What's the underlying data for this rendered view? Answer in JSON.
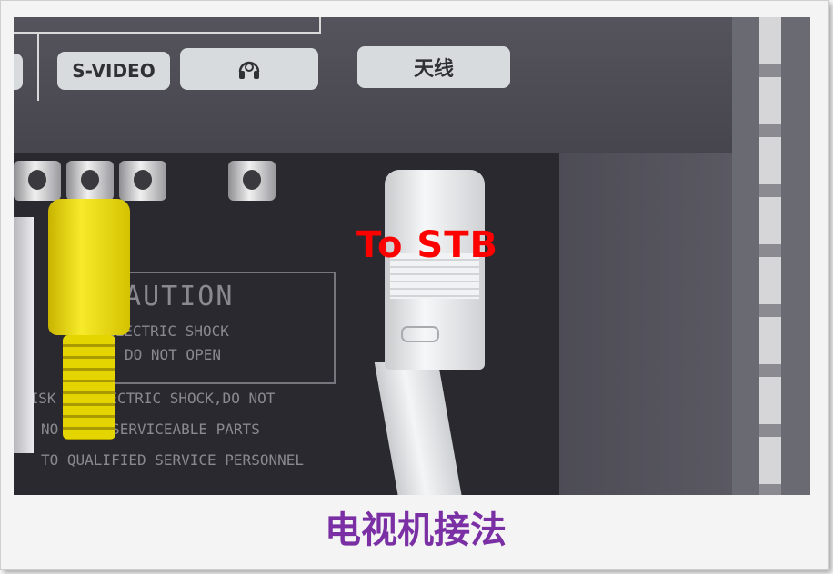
{
  "photo": {
    "panel_labels": {
      "svideo": "S-VIDEO",
      "headphone_icon": "headphone-icon",
      "antenna": "天线"
    },
    "caution_box": {
      "title": "CAUTION",
      "line1": "ELECTRIC SHOCK",
      "line2": "DO NOT OPEN"
    },
    "warning_lines": [
      "RISK OF ELECTRIC SHOCK,DO NOT",
      "NO USER-SERVICEABLE PARTS",
      "TO QUALIFIED SERVICE PERSONNEL"
    ],
    "overlay": "To STB"
  },
  "caption": "电视机接法",
  "colors": {
    "overlay_text": "#ff0000",
    "caption_text": "#7a2fa4",
    "yellow_plug": "#f7ea2a",
    "panel": "#46454d"
  }
}
